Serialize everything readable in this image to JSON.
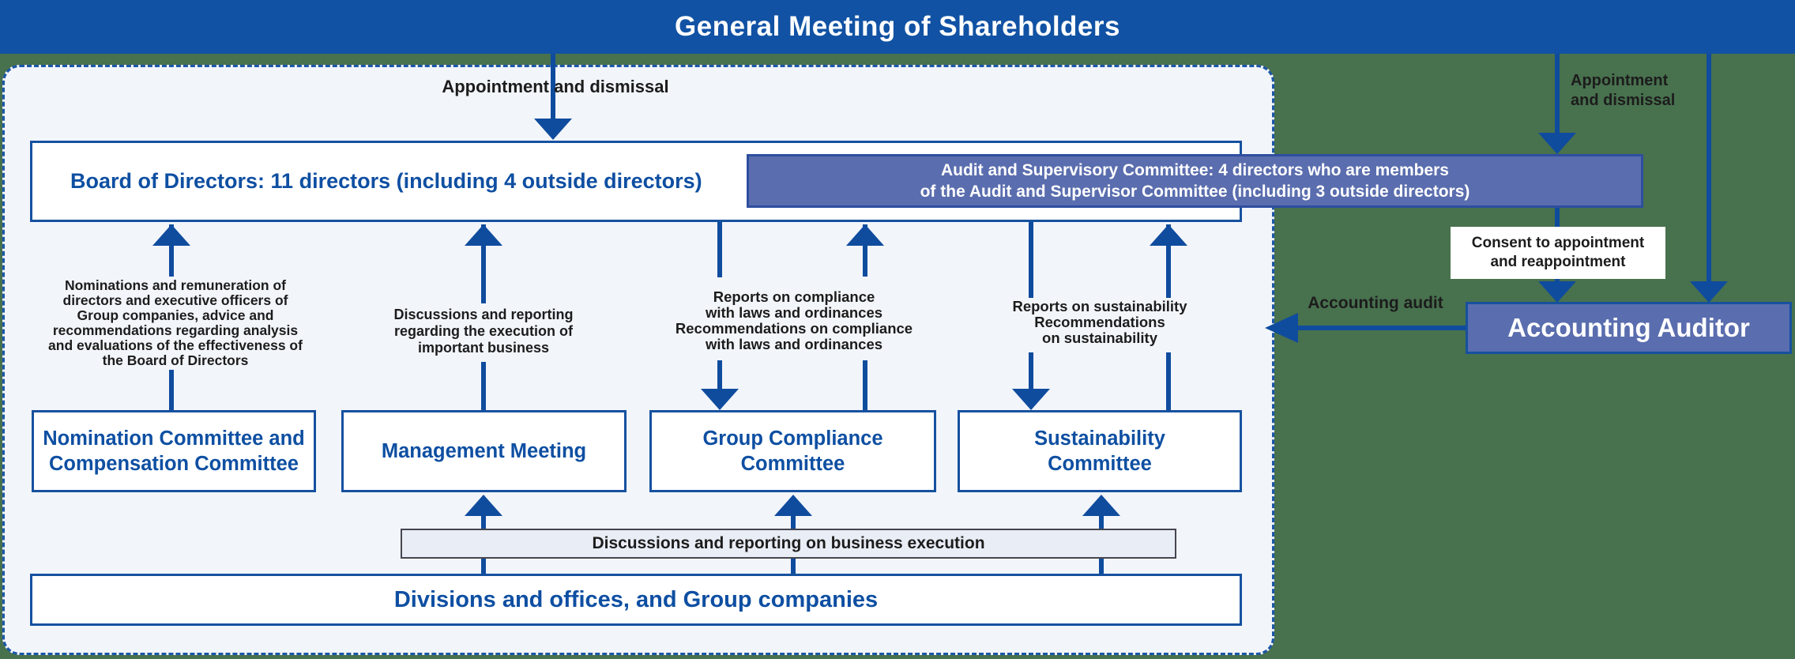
{
  "colors": {
    "banner": "#1152A4",
    "green": "#48714E",
    "panel": "#F2F5FA",
    "line": "#0F4C9E",
    "boxborder": "#16519F",
    "bluetext": "#0E4FA2",
    "auditfill": "#5A6DAE",
    "auditborder": "#2E4E9F",
    "strip": "#E9EDF5",
    "dark": "#1C1C1C"
  },
  "header": {
    "title": "General Meeting of Shareholders"
  },
  "panel": {
    "appointment_label": "Appointment and dismissal",
    "board": {
      "label": "Board of Directors: 11 directors (including 4 outside directors)"
    },
    "audit_committee": {
      "label": "Audit and Supervisory Committee: 4 directors who are members\nof the Audit and Supervisor Committee (including 3 outside directors)"
    },
    "columns": [
      {
        "note": "Nominations and remuneration of\ndirectors and executive officers of\nGroup companies, advice and\nrecommendations regarding analysis\nand evaluations of the effectiveness of\nthe Board of Directors",
        "box": "Nomination Committee and\nCompensation Committee"
      },
      {
        "note": "Discussions and reporting\nregarding the execution of\nimportant business",
        "box": "Management Meeting"
      },
      {
        "note": "Reports on compliance\nwith laws and ordinances\nRecommendations on compliance\nwith laws and ordinances",
        "box": "Group Compliance\nCommittee"
      },
      {
        "note": "Reports on sustainability\nRecommendations\non sustainability",
        "box": "Sustainability\nCommittee"
      }
    ],
    "strip_label": "Discussions and reporting on business execution",
    "divisions_label": "Divisions and offices, and Group companies"
  },
  "right": {
    "appointment_dismissal": "Appointment\nand dismissal",
    "consent": "Consent to appointment\nand reappointment",
    "accounting_audit_label": "Accounting audit",
    "accounting_auditor": "Accounting Auditor"
  }
}
